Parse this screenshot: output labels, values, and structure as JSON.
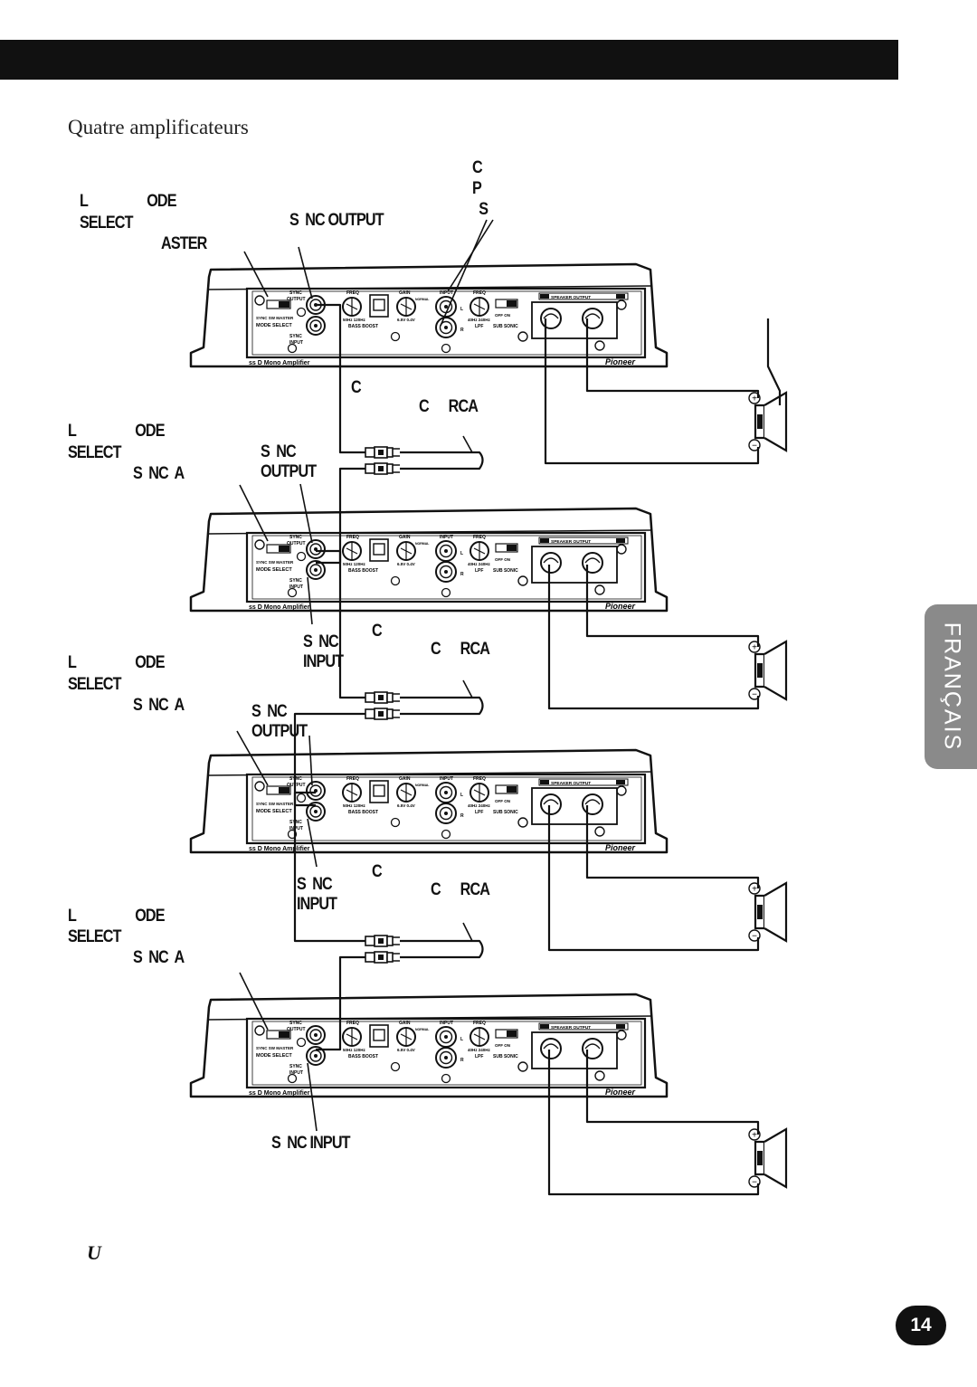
{
  "page": {
    "title": "Quatre amplificateurs",
    "language_tab": "FRANÇAIS",
    "page_number": "14",
    "footer_mark": "U"
  },
  "callouts": {
    "a1_mode": "L                  ODE",
    "a1_select": "SELECT",
    "a1_master": "ASTER",
    "a1_sync_output": "S  NC OUTPUT",
    "a1_cps": "C\nP\n  S",
    "c1_c": "C",
    "c1_rca": "C      RCA",
    "a2_mode": "L                  ODE",
    "a2_select": "SELECT",
    "a2_sync": "S  NC  A",
    "a2_sync_output": "S  NC\nOUTPUT",
    "c2_sync_input": "S  NC\nINPUT",
    "c2_c": "C",
    "c2_rca": "C      RCA",
    "a3_mode": "L                  ODE",
    "a3_select": "SELECT",
    "a3_sync": "S  NC  A",
    "a3_sync_output": "S  NC\nOUTPUT",
    "c3_sync_input": "S  NC\nINPUT",
    "c3_c": "C",
    "c3_rca": "C      RCA",
    "a4_mode": "L                  ODE",
    "a4_select": "SELECT",
    "a4_sync": "S  NC  A",
    "a4_sync_input": "S  NC INPUT"
  },
  "amp_panel": {
    "sync": "SYNC",
    "output": "OUTPUT",
    "input": "INPUT",
    "mode_select": "MODE SELECT",
    "mode_opts": "SYNC  SW  MASTER",
    "freq": "FREQ",
    "gain": "GAIN",
    "input_label": "INPUT",
    "normal": "NORMAL",
    "freq_opts": "50Hz  120Hz",
    "gain_opts": "6.5V  0.4V",
    "lpf_freq_opts": "40Hz  240Hz",
    "bass_boost": "BASS BOOST",
    "lpf": "LPF",
    "off_on": "OFF  ON",
    "sub_sonic": "SUB SONIC",
    "speaker_output": "SPEAKER OUTPUT",
    "minus": "−",
    "plus": "+",
    "ch_l": "L",
    "ch_r": "R",
    "model": "ss D Mono Amplifier",
    "brand": "Pioneer"
  },
  "speaker": {
    "plus": "+",
    "minus": "−"
  },
  "colors": {
    "ink": "#111111",
    "tab": "#8a8a8a",
    "bar": "#111111"
  }
}
